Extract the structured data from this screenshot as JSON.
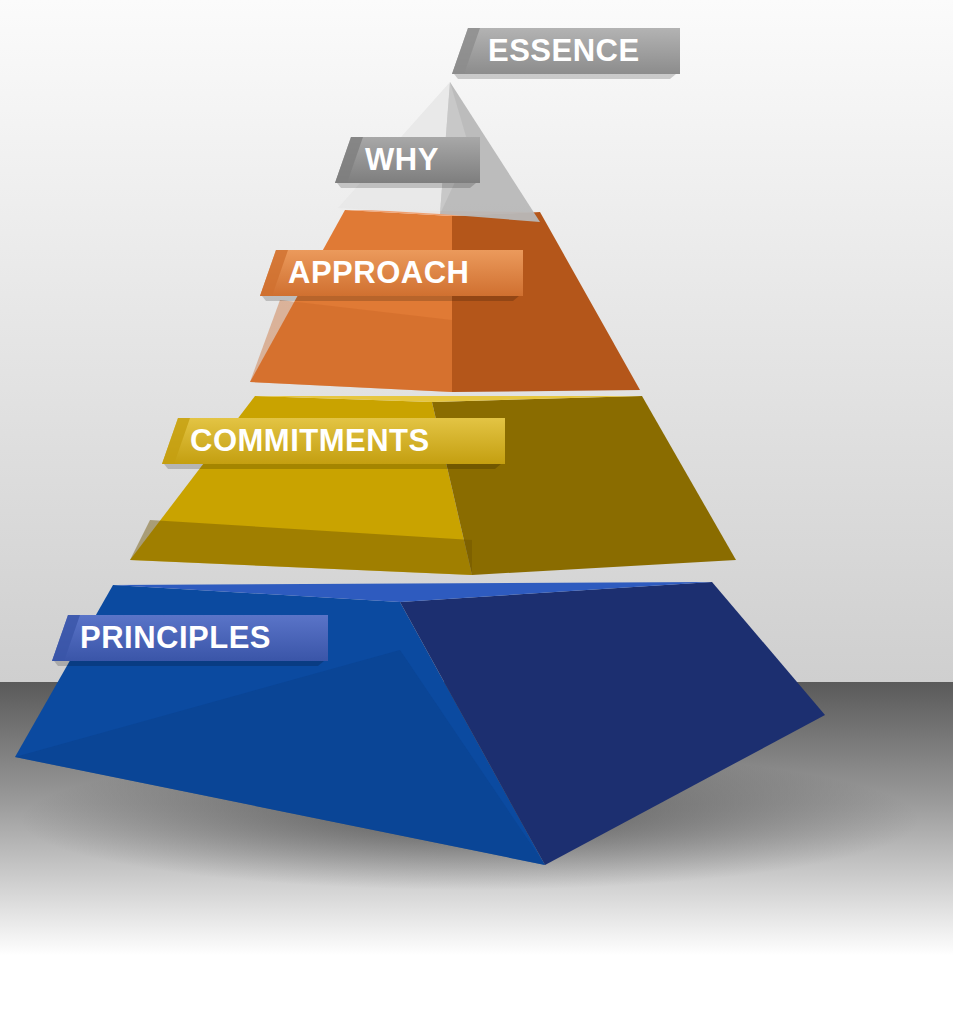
{
  "diagram": {
    "nodes": [
      {
        "text": [
          "ESSENCE"
        ]
      },
      {
        "text": [
          "WHY"
        ]
      },
      {
        "text": [
          "APPROACH"
        ]
      },
      {
        "text": [
          "COMMITMENTS"
        ]
      },
      {
        "text": [
          "PRINCIPLES"
        ]
      }
    ]
  }
}
